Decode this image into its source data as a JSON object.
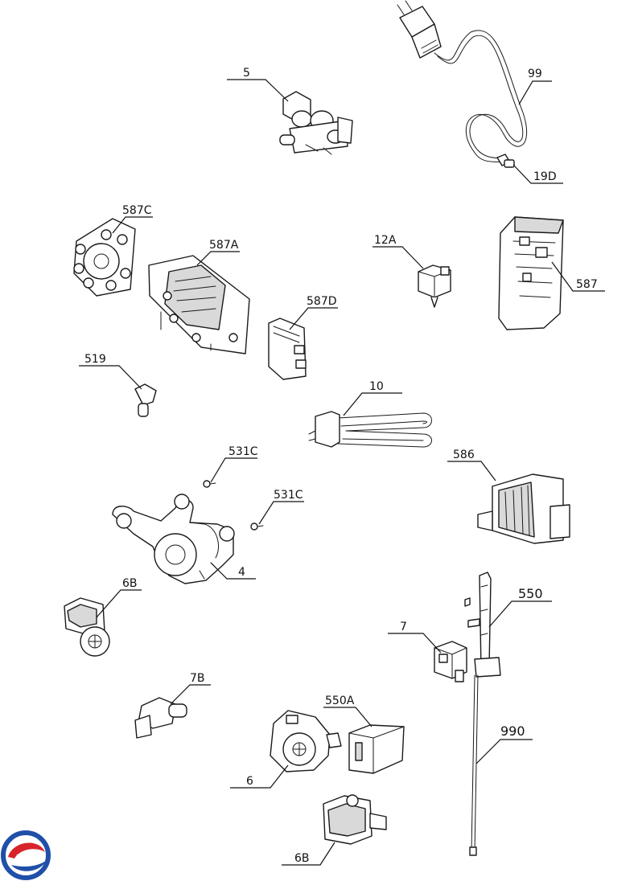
{
  "callouts": {
    "c5": "5",
    "c99": "99",
    "c19d": "19D",
    "c587c": "587C",
    "c587a": "587A",
    "c587d": "587D",
    "c12a": "12A",
    "c587": "587",
    "c519": "519",
    "c10": "10",
    "c531c_a": "531C",
    "c531c_b": "531C",
    "c586": "586",
    "c4": "4",
    "c6b_a": "6B",
    "c550": "550",
    "c7": "7",
    "c7b": "7B",
    "c550a": "550A",
    "c990": "990",
    "c6": "6",
    "c6b_b": "6B"
  },
  "colors": {
    "line": "#1a1a1a",
    "logo_blue": "#1f4fa8",
    "logo_red": "#d8232a"
  },
  "logo": {
    "icon": "brand-swirl-logo"
  }
}
